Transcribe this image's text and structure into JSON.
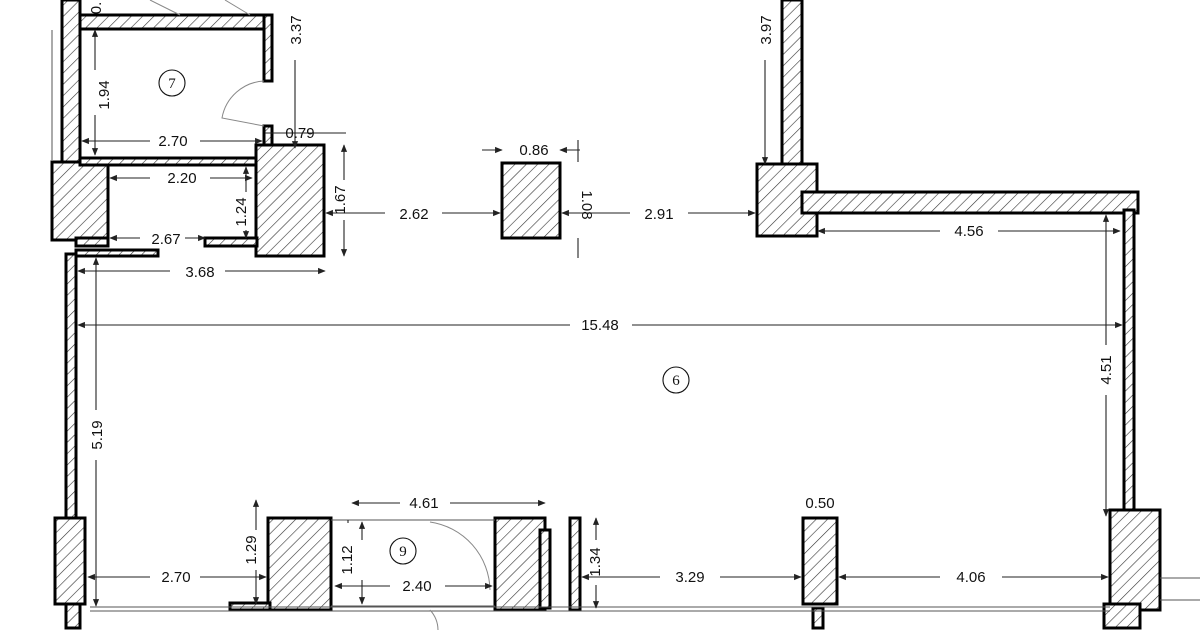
{
  "rooms": [
    "7",
    "6",
    "9"
  ],
  "dimensions": {
    "d_top_cut": "0.",
    "d_337": "3.37",
    "d_194": "1.94",
    "d_270_top": "2.70",
    "d_079": "0.79",
    "d_220": "2.20",
    "d_124": "1.24",
    "d_167": "1.67",
    "d_267": "2.67",
    "d_368": "3.68",
    "d_262": "2.62",
    "d_086": "0.86",
    "d_108": "1.08",
    "d_291": "2.91",
    "d_397": "3.97",
    "d_456": "4.56",
    "d_1548": "15.48",
    "d_451": "4.51",
    "d_519": "5.19",
    "d_461": "4.61",
    "d_129": "1.29",
    "d_112": "1.12",
    "d_240": "2.40",
    "d_270_bot": "2.70",
    "d_134": "1.34",
    "d_329": "3.29",
    "d_050": "0.50",
    "d_406": "4.06"
  }
}
